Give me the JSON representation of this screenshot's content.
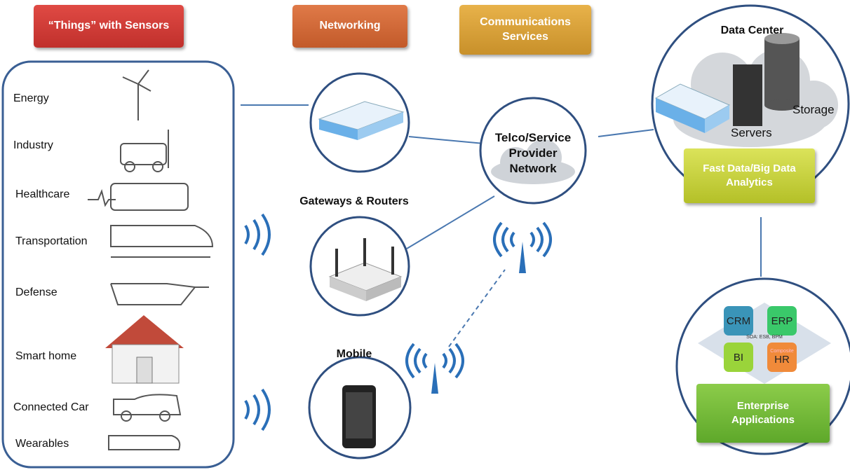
{
  "headers": {
    "things": "“Things” with Sensors",
    "networking": "Networking",
    "communications": "Communications Services"
  },
  "things": [
    "Energy",
    "Industry",
    "Healthcare",
    "Transportation",
    "Defense",
    "Smart home",
    "Connected Car",
    "Wearables"
  ],
  "network": {
    "gateways": "Gateways & Routers",
    "mobile": "Mobile",
    "telco": "Telco/Service Provider Network"
  },
  "datacenter": {
    "title": "Data Center",
    "storage": "Storage",
    "servers": "Servers",
    "analytics": "Fast Data/Big Data Analytics"
  },
  "enterprise": {
    "crm": "CRM",
    "erp": "ERP",
    "bi": "BI",
    "hr": "HR",
    "hr_sub": "Composite",
    "soa": "SOA: ESB, BPM",
    "label": "Enterprise Applications"
  },
  "colors": {
    "things": "#d23a36",
    "networking": "#d2693a",
    "communications": "#d9a33a",
    "outline": "#3a5f94",
    "analytics": "#c8d43a",
    "enterprise": "#7cbf3a"
  }
}
